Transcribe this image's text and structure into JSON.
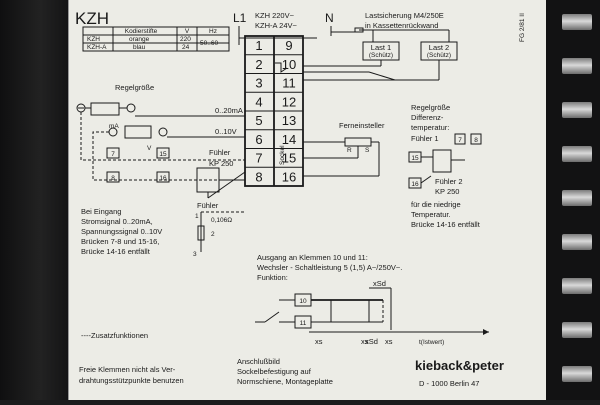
{
  "header": {
    "title": "KZH",
    "supply_l": "L1",
    "supply_n": "N",
    "supply_v1": "KZH    220V~",
    "supply_v2": "KZH-A   24V~",
    "fuse1": "Lastsicherung  M4/250E",
    "fuse2": "in Kassettenrückwand",
    "plate_code": "FG 2/81 II"
  },
  "variant_table": {
    "headers": [
      "",
      "Kodierstifte",
      "V",
      "Hz"
    ],
    "rows": [
      [
        "KZH",
        "orange",
        "220",
        "50..60"
      ],
      [
        "KZH-A",
        "blau",
        "24",
        ""
      ]
    ]
  },
  "terminals": {
    "left": [
      "1",
      "2",
      "3",
      "4",
      "5",
      "6",
      "7",
      "8"
    ],
    "right": [
      "9",
      "10",
      "11",
      "12",
      "13",
      "14",
      "15",
      "16"
    ],
    "sockel": "Sockel"
  },
  "loads": {
    "load1": "Last 1",
    "load1_sub": "(Schütz)",
    "load2": "Last 2",
    "load2_sub": "(Schütz)"
  },
  "left_section": {
    "regelgroesse": "Regelgröße",
    "ma": "0..20mA",
    "v": "0..10V",
    "mA_box": "mA",
    "v_box": "V",
    "box7": "7",
    "box8": "8",
    "box15": "15",
    "box16": "16",
    "fuehler": "Fühler",
    "kp": "KP 250",
    "fuehler2": "Fühler",
    "label_1": "1",
    "label_2": "2",
    "label_3": "3",
    "ohm": "0,106Ω",
    "note": [
      "Bei Eingang",
      "Stromsignal 0..20mA,",
      "Spannungssignal 0..10V",
      "Brücken 7-8 und 15-16,",
      "Brücke 14-16 entfällt"
    ]
  },
  "ferne": {
    "label": "Ferneinsteller",
    "r": "R",
    "s": "S"
  },
  "right_section": {
    "lines": [
      "Regelgröße",
      "Differenz-",
      "temperatur:"
    ],
    "fuehler1": "Fühler 1",
    "box7": "7",
    "box8": "8",
    "box15": "15",
    "box16": "16",
    "fuehler2": "Fühler 2",
    "kp": "KP 250",
    "note": [
      "für die niedrige",
      "Temperatur.",
      "Brücke 14-16 entfällt"
    ]
  },
  "output_section": {
    "lines": [
      "Ausgang an Klemmen 10 und 11:",
      "Wechsler - Schaltleistung 5 (1,5) A~/250V~.",
      "Funktion:"
    ],
    "box10": "10",
    "box11": "11",
    "xsd_top": "xSd",
    "axis_labels": [
      "xs",
      "xs",
      "xs",
      "t(Istwert)"
    ],
    "xsd_bottom": "xSd"
  },
  "footer": {
    "zusatz": "----Zusatzfunktionen",
    "freie": [
      "Freie Klemmen nicht als Ver-",
      "drahtungsstützpunkte benutzen"
    ],
    "anschluss": [
      "Anschlußbild",
      "Sockelbefestigung auf",
      "Normschiene, Montageplatte"
    ],
    "brand": "kieback&peter",
    "address": "D - 1000  Berlin 47"
  },
  "colors": {
    "plate": "#ecece6",
    "ink": "#1a1a1a",
    "frame": "#1b1b1c"
  }
}
